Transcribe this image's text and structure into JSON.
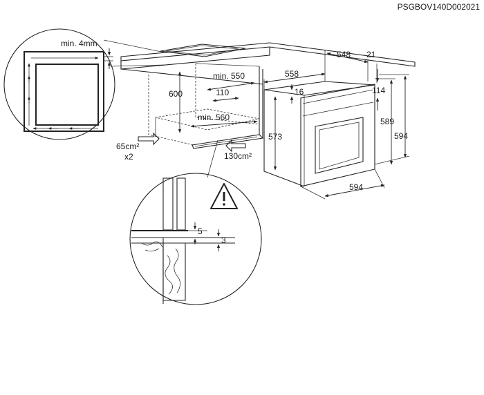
{
  "document_code": "PSGBOV140D002021",
  "labels": {
    "gap_min": "min. 4mm",
    "niche_depth_min": "min. 550",
    "niche_height": "600",
    "dim_110": "110",
    "niche_width_min": "min. 560",
    "vent_side": "65cm²",
    "vent_side_qty": "x2",
    "vent_front": "130cm²",
    "oven_depth_total": "548",
    "oven_depth_front": "21",
    "oven_body_width": "558",
    "dim_16": "16",
    "dim_114": "114",
    "oven_body_height": "573",
    "oven_height_inner": "589",
    "oven_height_total": "594",
    "oven_width": "594",
    "detail_5": "5",
    "detail_3": "3"
  },
  "icons": {
    "warning": "warning-triangle-icon"
  }
}
